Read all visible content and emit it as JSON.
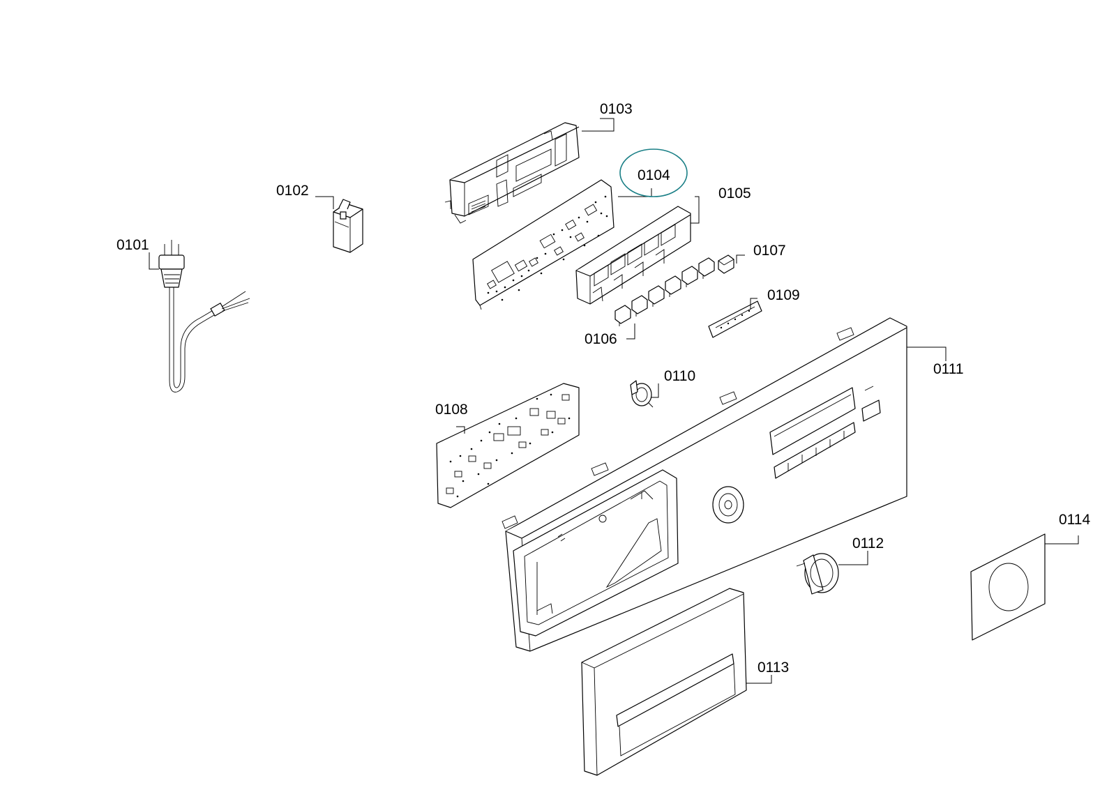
{
  "parts": [
    {
      "id": "0101",
      "label": "0101"
    },
    {
      "id": "0102",
      "label": "0102"
    },
    {
      "id": "0103",
      "label": "0103"
    },
    {
      "id": "0104",
      "label": "0104",
      "highlighted": true
    },
    {
      "id": "0105",
      "label": "0105"
    },
    {
      "id": "0106",
      "label": "0106"
    },
    {
      "id": "0107",
      "label": "0107"
    },
    {
      "id": "0108",
      "label": "0108"
    },
    {
      "id": "0109",
      "label": "0109"
    },
    {
      "id": "0110",
      "label": "0110"
    },
    {
      "id": "0111",
      "label": "0111"
    },
    {
      "id": "0112",
      "label": "0112"
    },
    {
      "id": "0113",
      "label": "0113"
    },
    {
      "id": "0114",
      "label": "0114"
    }
  ],
  "colors": {
    "line": "#000000",
    "background": "#ffffff",
    "highlight": "#1a7f86"
  }
}
